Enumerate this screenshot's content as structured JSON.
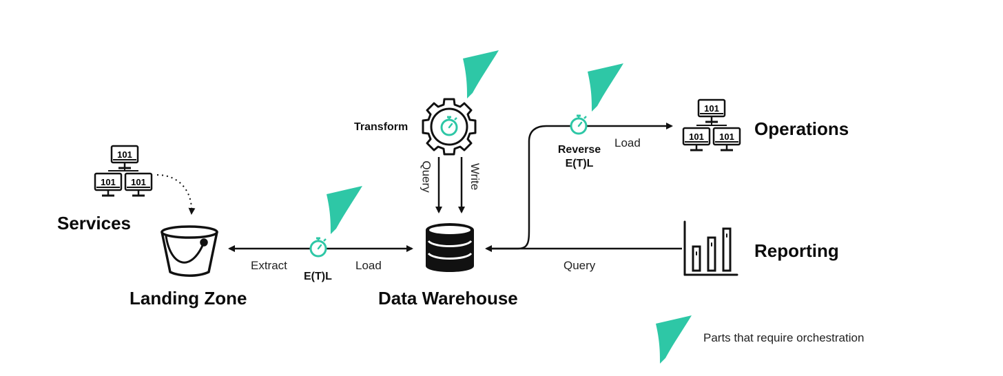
{
  "colors": {
    "accent": "#2ec7a6",
    "stroke": "#111111",
    "background": "#ffffff"
  },
  "nodes": {
    "services": "Services",
    "landing_zone": "Landing Zone",
    "data_warehouse": "Data Warehouse",
    "transform": "Transform",
    "operations": "Operations",
    "reporting": "Reporting",
    "etl": "E(T)L",
    "reverse_line1": "Reverse",
    "reverse_line2": "E(T)L"
  },
  "edges": {
    "extract": "Extract",
    "load_dw": "Load",
    "query_transform": "Query",
    "write_transform": "Write",
    "load_ops": "Load",
    "query_reporting": "Query"
  },
  "computer_icon_text": "101",
  "legend": {
    "text": "Parts that require orchestration"
  },
  "icons": [
    "computer-network-icon",
    "bucket-icon",
    "database-icon",
    "gear-icon",
    "stopwatch-icon",
    "bar-chart-icon",
    "orchestration-checkmark-icon"
  ]
}
